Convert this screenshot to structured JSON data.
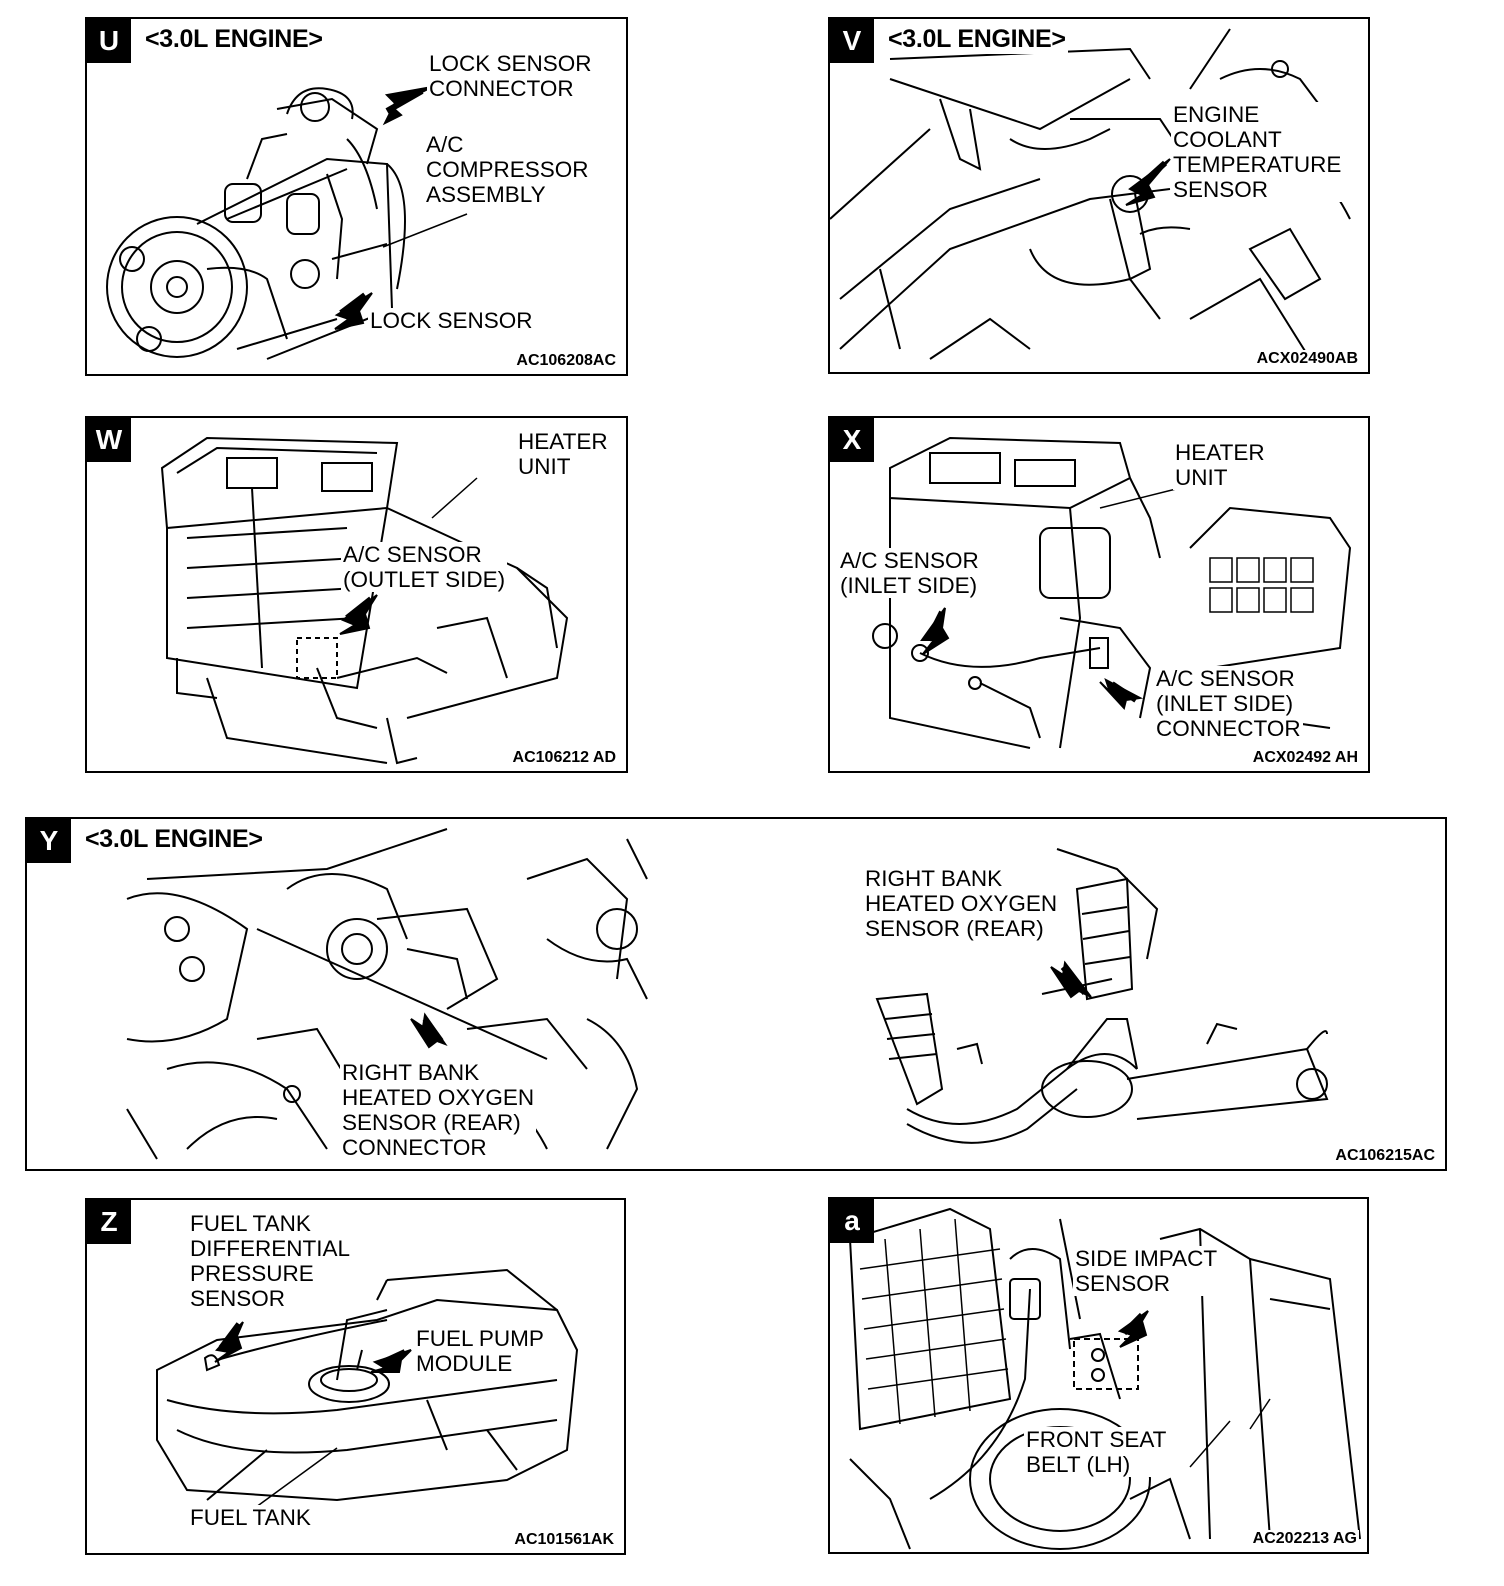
{
  "panels": {
    "U": {
      "letter": "U",
      "engine": "<3.0L ENGINE>",
      "labels": {
        "lock_sensor_connector": "LOCK SENSOR\nCONNECTOR",
        "ac_compressor_assembly": "A/C\nCOMPRESSOR\nASSEMBLY",
        "lock_sensor": "LOCK SENSOR"
      },
      "code": "AC106208AC"
    },
    "V": {
      "letter": "V",
      "engine": "<3.0L ENGINE>",
      "labels": {
        "engine_coolant_temperature_sensor": "ENGINE\nCOOLANT\nTEMPERATURE\nSENSOR"
      },
      "code": "ACX02490AB"
    },
    "W": {
      "letter": "W",
      "labels": {
        "heater_unit": "HEATER\nUNIT",
        "ac_sensor_outlet_side": "A/C SENSOR\n(OUTLET SIDE)"
      },
      "code": "AC106212 AD"
    },
    "X": {
      "letter": "X",
      "labels": {
        "heater_unit": "HEATER\nUNIT",
        "ac_sensor_inlet_side": "A/C SENSOR\n(INLET SIDE)",
        "ac_sensor_inlet_side_connector": "A/C SENSOR\n(INLET SIDE)\nCONNECTOR"
      },
      "code": "ACX02492 AH"
    },
    "Y": {
      "letter": "Y",
      "engine": "<3.0L ENGINE>",
      "labels": {
        "right_bank_ho2s_rear": "RIGHT BANK\nHEATED OXYGEN\nSENSOR (REAR)",
        "right_bank_ho2s_rear_connector": "RIGHT BANK\nHEATED OXYGEN\nSENSOR (REAR)\nCONNECTOR"
      },
      "code": "AC106215AC"
    },
    "Z": {
      "letter": "Z",
      "labels": {
        "fuel_tank_differential_pressure_sensor": "FUEL TANK\nDIFFERENTIAL\nPRESSURE\nSENSOR",
        "fuel_pump_module": "FUEL PUMP\nMODULE",
        "fuel_tank": "FUEL TANK"
      },
      "code": "AC101561AK"
    },
    "a": {
      "letter": "a",
      "labels": {
        "side_impact_sensor": "SIDE IMPACT\nSENSOR",
        "front_seat_belt_lh": "FRONT SEAT\nBELT (LH)"
      },
      "code": "AC202213 AG"
    }
  }
}
